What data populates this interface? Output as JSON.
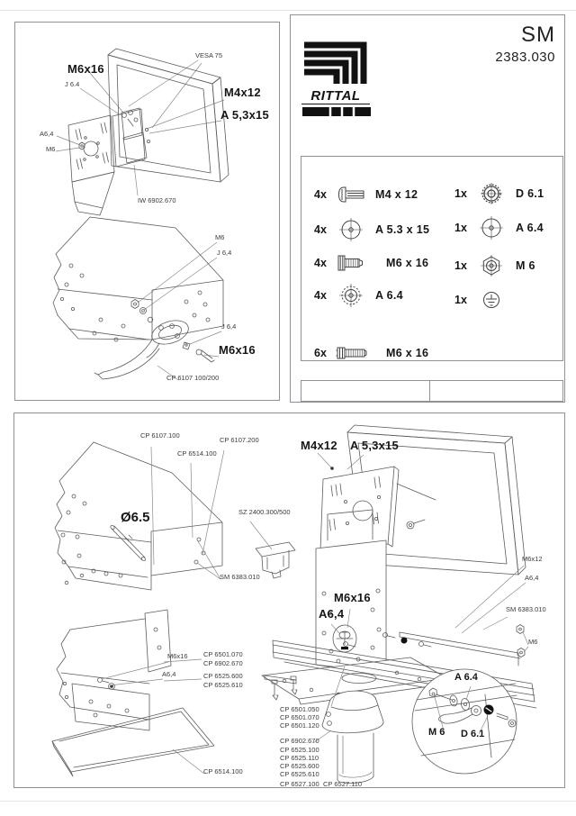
{
  "header": {
    "brand": "RITTAL",
    "model": "SM",
    "part_number": "2383.030"
  },
  "colors": {
    "ink": "#5c5c5c",
    "label": "#2b2b2b",
    "brand_black": "#111111"
  },
  "parts_list": {
    "left": [
      {
        "qty": "4x",
        "icon": "pan-head-screw",
        "label": "M4 x 12"
      },
      {
        "qty": "4x",
        "icon": "washer",
        "label": "A 5.3 x 15"
      },
      {
        "qty": "4x",
        "icon": "hex-bolt",
        "label": "M6 x 16"
      },
      {
        "qty": "4x",
        "icon": "serrated-washer",
        "label": "A 6.4"
      },
      {
        "qty": "6x",
        "icon": "hex-bolt-long",
        "label": "M6 x 16"
      }
    ],
    "right": [
      {
        "qty": "1x",
        "icon": "serrated-nut",
        "label": "D 6.1"
      },
      {
        "qty": "1x",
        "icon": "washer",
        "label": "A 6.4"
      },
      {
        "qty": "1x",
        "icon": "hex-nut",
        "label": "M 6"
      },
      {
        "qty": "1x",
        "icon": "earth-ground",
        "label": ""
      }
    ]
  },
  "diagram_top": {
    "labels": {
      "vesa": "VESA 75",
      "m6x16_top": "M6x16",
      "j64_top": "J 6.4",
      "m4x12": "M4x12",
      "a53x15": "A 5,3x15",
      "a64": "A6,4",
      "m6_left": "M6",
      "iw": "IW 6902.670",
      "m6_mid": "M6",
      "j64_mid": "J 6,4",
      "j64_bot": "J 6,4",
      "m6x16_bot": "M6x16",
      "cp6107": "CP 6107 100/200"
    }
  },
  "diagram_bottom": {
    "labels": {
      "cp6107_100": "CP 6107.100",
      "cp6514_100_top": "CP 6514.100",
      "cp6107_200": "CP 6107.200",
      "diameter": "Ø6.5",
      "sz2400": "SZ 2400.300/500",
      "sm6383_left": "SM 6383.010",
      "m4x12": "M4x12",
      "a53x15": "A 5,3x15",
      "m6x12": "M6x12",
      "a64_right": "A6,4",
      "sm6383_right": "SM 6383.010",
      "m6_right": "M6",
      "m6x16_center": "M6x16",
      "a64_center": "A6,4",
      "m6x16_left": "M6x16",
      "a64_left": "A6,4",
      "cp6501_070_left": "CP 6501.070",
      "cp6902_670_left": "CP 6902.670",
      "cp6525_600_left": "CP 6525.600",
      "cp6525_610_left": "CP 6525.610",
      "cp6514_100_bottom": "CP 6514.100",
      "list1": [
        "CP 6501.050",
        "CP 6501.070",
        "CP 6501.120"
      ],
      "list2": [
        "CP 6902.670",
        "CP 6525.100",
        "CP 6525.110",
        "CP 6525.600",
        "CP 6525.610"
      ],
      "cp6527_100": "CP 6527.100",
      "cp6527_110": "CP 6527.110",
      "detail_a64": "A 6.4",
      "detail_m6": "M 6",
      "detail_d61": "D 6.1"
    }
  }
}
